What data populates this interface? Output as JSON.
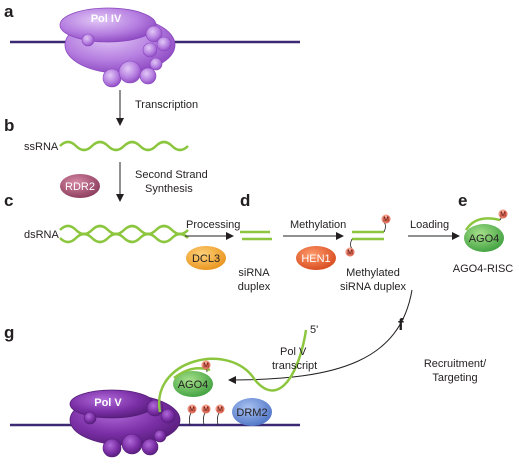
{
  "steps": {
    "a": "a",
    "b": "b",
    "c": "c",
    "d": "d",
    "e": "e",
    "f": "f",
    "g": "g"
  },
  "proteins": {
    "pol_iv": "Pol IV",
    "rdr2": "RDR2",
    "dcl3": "DCL3",
    "hen1": "HEN1",
    "ago4": "AGO4",
    "ago4_bottom": "AGO4",
    "pol_v": "Pol V",
    "drm2": "DRM2"
  },
  "labels": {
    "transcription": "Transcription",
    "ssrna": "ssRNA",
    "second_strand_1": "Second Strand",
    "second_strand_2": "Synthesis",
    "dsrna": "dsRNA",
    "processing": "Processing",
    "methylation": "Methylation",
    "loading": "Loading",
    "sirna_duplex_1": "siRNA",
    "sirna_duplex_2": "duplex",
    "methylated_1": "Methylated",
    "methylated_2": "siRNA duplex",
    "ago4_risc": "AGO4-RISC",
    "recruitment_1": "Recruitment/",
    "recruitment_2": "Targeting",
    "pol_v_transcript_1": "Pol V",
    "pol_v_transcript_2": "transcript",
    "five_prime": "5'",
    "methyl_mark": "M"
  },
  "colors": {
    "polymerase": "#b57ee0",
    "polymerase_dark": "#7b2fa6",
    "dna": "#3b2a73",
    "rna": "#8cc63f",
    "rdr2": "#a34f6e",
    "dcl3": "#f5a623",
    "hen1": "#e55a2b",
    "ago4": "#5cb85c",
    "drm2": "#6b8fd6",
    "methyl": "#f08070"
  }
}
